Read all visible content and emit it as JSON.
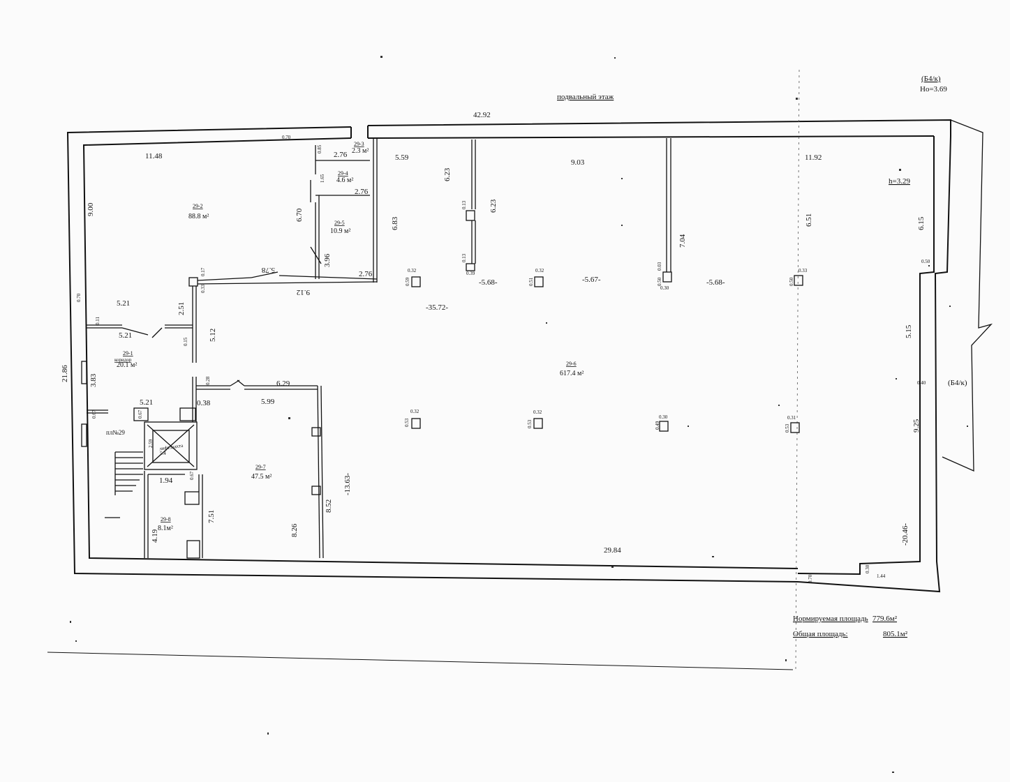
{
  "title": "подвальный этаж",
  "header_code": "(Б4/к)",
  "header_height": "Но=3.69",
  "side_code": "(Б4/к)",
  "height_note": "h=3.29",
  "overall_length": "42.92",
  "overall_width": "21.86",
  "bottom_length": "29.84",
  "apartment_label": "пл№29",
  "elevator_label": "лифт.шахта",
  "rooms": [
    {
      "id": "29-1",
      "name": "коридор",
      "area": "20.1 м²"
    },
    {
      "id": "29-2",
      "name": "",
      "area": "88.8 м²"
    },
    {
      "id": "29-3",
      "name": "",
      "area": "2.3 м²"
    },
    {
      "id": "29-4",
      "name": "",
      "area": "4.6 м²"
    },
    {
      "id": "29-5",
      "name": "",
      "area": "10.9 м²"
    },
    {
      "id": "29-6",
      "name": "",
      "area": "617.4 м²"
    },
    {
      "id": "29-7",
      "name": "",
      "area": "47.5 м²"
    },
    {
      "id": "29-8",
      "name": "",
      "area": "8.1м²"
    }
  ],
  "dimensions": {
    "d_0_70_top": "0.70",
    "d_11_48": "11.48",
    "d_9_00": "9.00",
    "d_0_85": "0.85",
    "d_2_76_a": "2.76",
    "d_1_65": "1.65",
    "d_2_76_b": "2.76",
    "d_6_70": "6.70",
    "d_3_96": "3.96",
    "d_5_78": "5.78",
    "d_2_76_c": "2.76",
    "d_0_17": "0.17",
    "d_0_33": "0.33",
    "d_9_12": "9.12",
    "d_5_59": "5.59",
    "d_6_83": "6.83",
    "d_6_23_a": "6.23",
    "d_6_23_b": "6.23",
    "d_9_03": "9.03",
    "d_7_04": "7.04",
    "d_11_92": "11.92",
    "d_6_51": "6.51",
    "d_6_15": "6.15",
    "d_0_50_r": "0.50",
    "d_5_15": "5.15",
    "d_0_40": "0.40",
    "d_9_25": "9.25",
    "d_20_46": "-20.46-",
    "d_35_72": "-35.72-",
    "d_5_68_a": "-5.68-",
    "d_5_67": "-5.67-",
    "d_5_68_b": "-5.68-",
    "d_5_21_a": "5.21",
    "d_5_21_b": "5.21",
    "d_5_21_c": "5.21",
    "d_2_51": "2.51",
    "d_5_12": "5.12",
    "d_0_11": "0.11",
    "d_0_15": "0.15",
    "d_0_70_left": "0.70",
    "d_3_83": "3.83",
    "d_0_67_a": "0.67",
    "d_0_67_b": "0.67",
    "d_0_28": "0.28",
    "d_6_29": "6.29",
    "d_0_38": "0.38",
    "d_5_99": "5.99",
    "d_13_63": "-13.63-",
    "d_8_52": "8.52",
    "d_8_26": "8.26",
    "d_7_51": "7.51",
    "d_1_94": "1.94",
    "d_4_19": "4.19",
    "d_0_67_c": "0.67",
    "d_0_70_bottom": "0.70",
    "d_0_30_bottom": "0.30",
    "d_1_44": "1.44",
    "d_0_13_a": "0.13",
    "d_0_13_b": "0.13",
    "d_0_39": "0.39",
    "d_0_03": "0.03",
    "d_0_30_col": "0.30",
    "d_0_50_col": "0.50",
    "d_0_33_col": "0.33",
    "d_0_50_col2": "0.50",
    "col_a1": "0.32",
    "col_a2": "0.59",
    "col_b1": "0.32",
    "col_b2": "0.51",
    "col_c1": "0.32",
    "col_c2": "0.53",
    "col_d1": "0.32",
    "col_d2": "0.53",
    "col_e1": "0.30",
    "col_e2": "0.49",
    "col_f1": "0.31",
    "col_f2": "0.53",
    "d_2_59": "2.59",
    "d_1_44_elev": "5.4"
  },
  "area_summary": {
    "normed_label": "Нормируемая площадь",
    "normed_value": "779.6м²",
    "total_label": "Общая площадь:",
    "total_value": "805.1м²"
  }
}
